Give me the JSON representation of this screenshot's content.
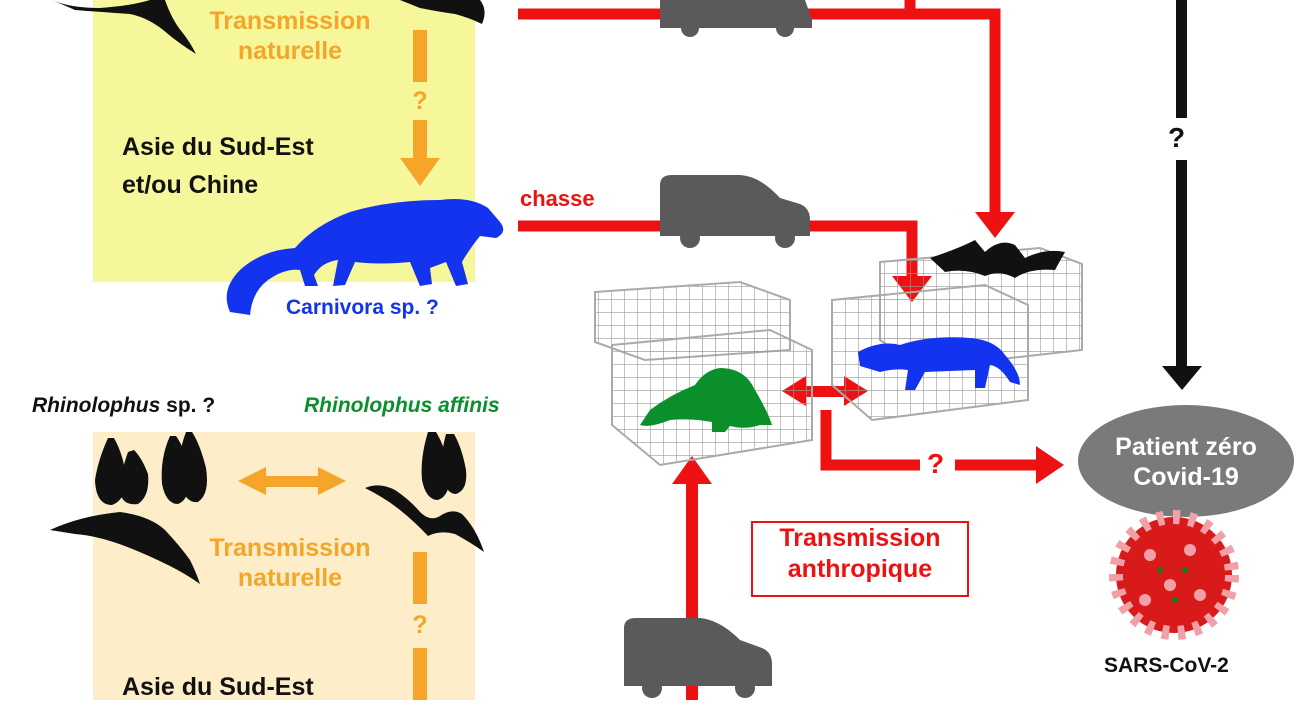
{
  "top_box": {
    "transmission": [
      "Transmission",
      "naturelle"
    ],
    "question": "?",
    "region": [
      "Asie du Sud-Est",
      "et/ou Chine"
    ],
    "carnivora": "Carnivora sp. ?"
  },
  "hunting_label": "chasse",
  "right_question": "?",
  "bottom_section": {
    "species_left_italic": "Rhinolophus",
    "species_left_rest": " sp. ?",
    "species_right": "Rhinolophus affinis",
    "transmission": [
      "Transmission",
      "naturelle"
    ],
    "question": "?",
    "region": "Asie du Sud-Est"
  },
  "anthropic_label": [
    "Transmission",
    "anthropique"
  ],
  "market_question": "?",
  "patient": [
    "Patient zéro",
    "Covid-19"
  ],
  "virus_label": "SARS-CoV-2",
  "colors": {
    "red_arrow": "#ee1111",
    "orange_arrow": "#f4a52a",
    "blue_animal": "#1433ee",
    "green_animal": "#0b8f2a",
    "yellow_box": "#f6f79b",
    "peach_box": "#fdedc8",
    "vehicle": "#5a5a5a",
    "patient_ellipse": "#7a7a7a"
  },
  "icons": [
    "bat-icon",
    "civet-icon",
    "pangolin-icon",
    "cage-icon",
    "vehicle-icon",
    "virus-icon"
  ]
}
